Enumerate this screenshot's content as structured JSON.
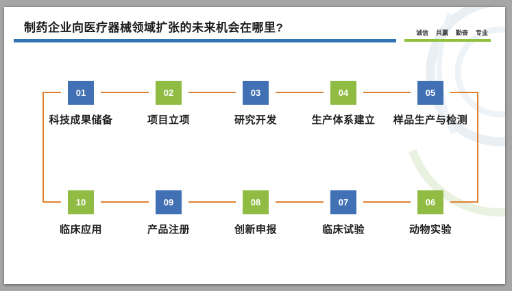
{
  "header": {
    "title": "制药企业向医疗器械领域扩张的未来机会在哪里?",
    "slogan": [
      "诚信",
      "共赢",
      "勤奋",
      "专业"
    ]
  },
  "flow": {
    "items": [
      {
        "number": "01",
        "label": "科技成果储备",
        "color": "blue"
      },
      {
        "number": "02",
        "label": "项目立项",
        "color": "green"
      },
      {
        "number": "03",
        "label": "研究开发",
        "color": "blue"
      },
      {
        "number": "04",
        "label": "生产体系建立",
        "color": "green"
      },
      {
        "number": "05",
        "label": "样品生产与检测",
        "color": "blue"
      },
      {
        "number": "06",
        "label": "动物实验",
        "color": "green"
      },
      {
        "number": "07",
        "label": "临床试验",
        "color": "blue"
      },
      {
        "number": "08",
        "label": "创新申报",
        "color": "green"
      },
      {
        "number": "09",
        "label": "产品注册",
        "color": "blue"
      },
      {
        "number": "10",
        "label": "临床应用",
        "color": "green"
      }
    ]
  },
  "colors": {
    "title_bar_blue": "#2e74b5",
    "slogan_bar_green": "#90c13e",
    "box_blue": "#4170b4",
    "box_green": "#90bc44",
    "connector_orange": "#e0802f",
    "page_background": "#a6a6a6"
  }
}
